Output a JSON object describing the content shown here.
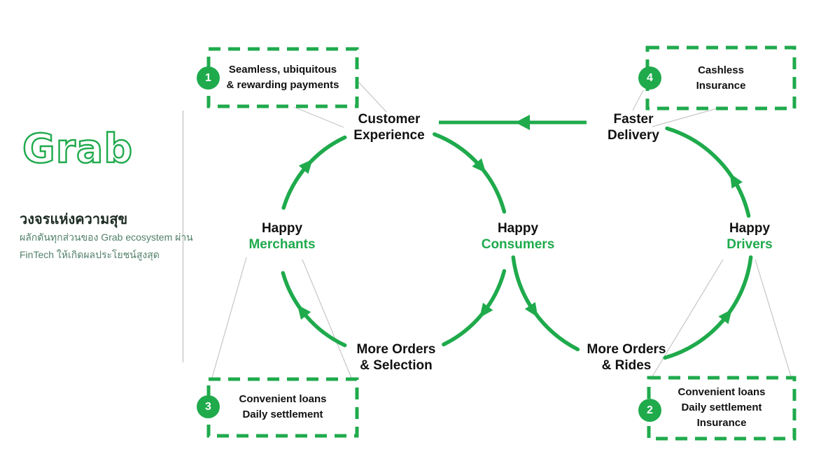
{
  "colors": {
    "green": "#1FAA4C",
    "text_dark": "#111111",
    "muted_green_text": "#52806A",
    "connector_gray": "#C6C6C6",
    "separator_gray": "#D4D4D4"
  },
  "left_panel": {
    "logo_text": "Grab",
    "title": "วงจรแห่งความสุข",
    "subtitle_lines": [
      "ผลักดันทุกส่วนของ Grab ecosystem ผ่าน",
      "FinTech ให้เกิดผลประโยชน์สูงสุด"
    ]
  },
  "diagram": {
    "nodes": [
      {
        "id": "customer-experience",
        "line1": "Customer",
        "line2": "Experience"
      },
      {
        "id": "faster-delivery",
        "line1": "Faster",
        "line2": "Delivery"
      },
      {
        "id": "happy-merchants",
        "line1": "Happy",
        "line2": "Merchants"
      },
      {
        "id": "happy-consumers",
        "line1": "Happy",
        "line2": "Consumers"
      },
      {
        "id": "happy-drivers",
        "line1": "Happy",
        "line2": "Drivers"
      },
      {
        "id": "more-orders-selection",
        "line1": "More Orders",
        "line2": "& Selection"
      },
      {
        "id": "more-orders-rides",
        "line1": "More Orders",
        "line2": "& Rides"
      }
    ],
    "callouts": [
      {
        "number": "1",
        "attached_to": "Customer Experience",
        "lines": [
          "Seamless, ubiquitous",
          "& rewarding payments"
        ]
      },
      {
        "number": "2",
        "attached_to": "Happy Drivers",
        "lines": [
          "Convenient loans",
          "Daily settlement",
          "Insurance"
        ]
      },
      {
        "number": "3",
        "attached_to": "Happy Merchants",
        "lines": [
          "Convenient loans",
          "Daily settlement"
        ]
      },
      {
        "number": "4",
        "attached_to": "Faster Delivery",
        "lines": [
          "Cashless",
          "Insurance"
        ]
      }
    ],
    "flows": [
      {
        "from": "Faster Delivery",
        "to": "Customer Experience"
      },
      {
        "from": "Customer Experience",
        "to": "Happy Consumers"
      },
      {
        "from": "Happy Consumers",
        "to": "More Orders & Selection"
      },
      {
        "from": "More Orders & Selection",
        "to": "Happy Merchants"
      },
      {
        "from": "Happy Merchants",
        "to": "Customer Experience"
      },
      {
        "from": "Happy Consumers",
        "to": "More Orders & Rides"
      },
      {
        "from": "More Orders & Rides",
        "to": "Happy Drivers"
      },
      {
        "from": "Happy Drivers",
        "to": "Faster Delivery"
      }
    ]
  }
}
